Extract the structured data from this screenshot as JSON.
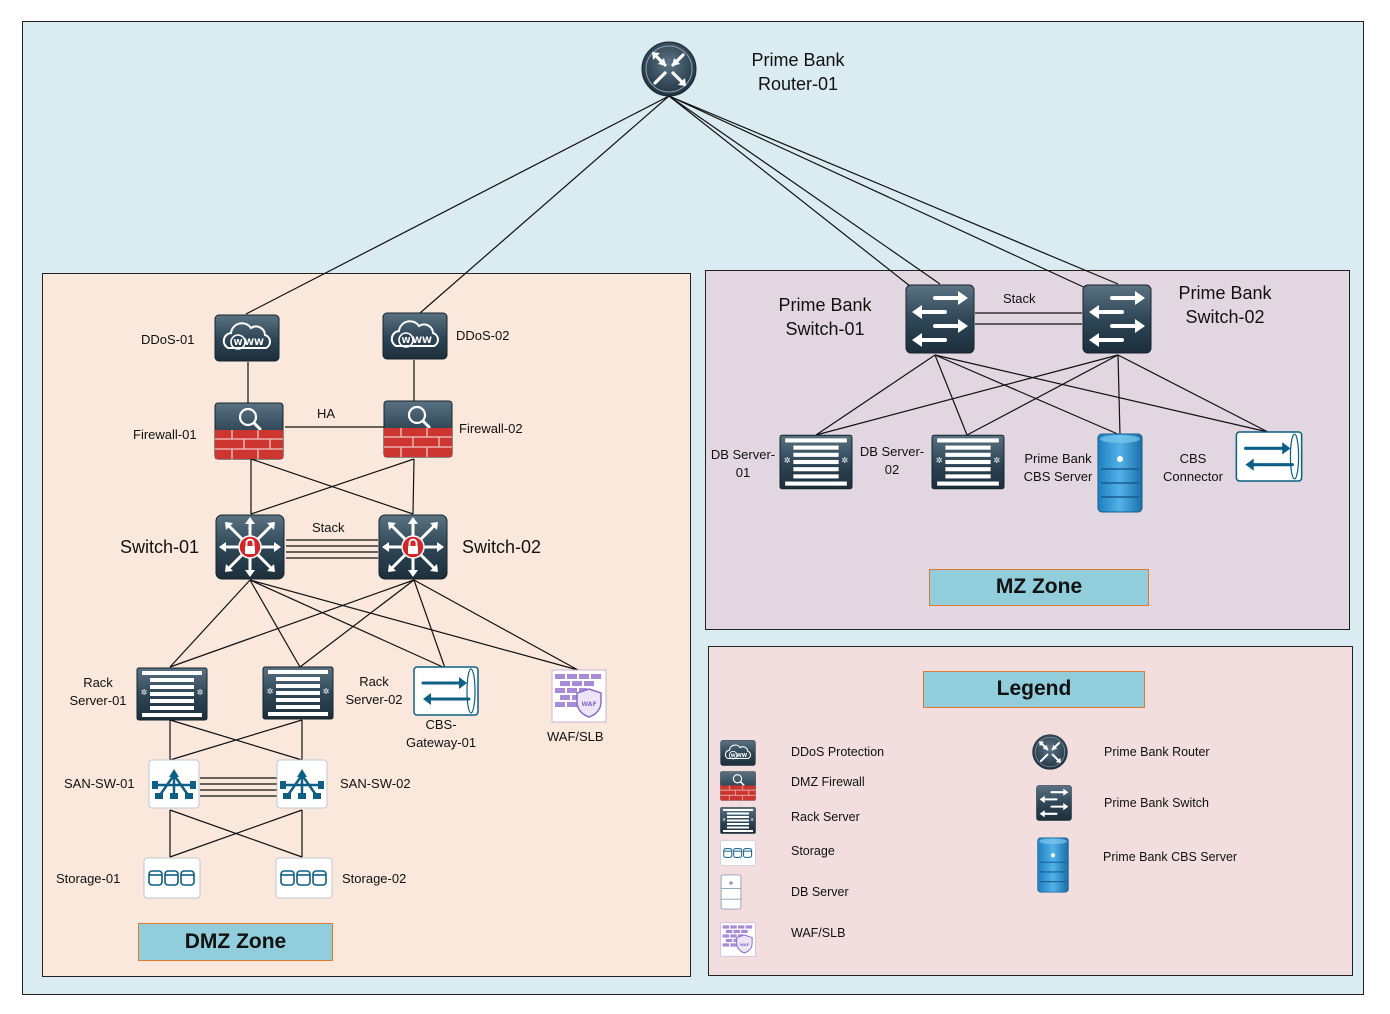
{
  "router": {
    "label": "Prime Bank\nRouter-01"
  },
  "dmz": {
    "zone_label": "DMZ Zone",
    "ddos1": "DDoS-01",
    "ddos2": "DDoS-02",
    "fw1": "Firewall-01",
    "fw2": "Firewall-02",
    "ha_label": "HA",
    "sw1": "Switch-01",
    "sw2": "Switch-02",
    "stack_label": "Stack",
    "rack1": "Rack\nServer-01",
    "rack2": "Rack\nServer-02",
    "cbs_gw": "CBS-\nGateway-01",
    "waf": "WAF/SLB",
    "san1": "SAN-SW-01",
    "san2": "SAN-SW-02",
    "storage1": "Storage-01",
    "storage2": "Storage-02"
  },
  "mz": {
    "zone_label": "MZ Zone",
    "sw1": "Prime Bank\nSwitch-01",
    "sw2": "Prime Bank\nSwitch-02",
    "stack_label": "Stack",
    "db1": "DB Server-\n01",
    "db2": "DB Server-\n02",
    "cbs_server": "Prime Bank\nCBS Server",
    "cbs_connector": "CBS\nConnector"
  },
  "legend": {
    "title": "Legend",
    "items": [
      {
        "icon": "ddos-icon",
        "label": "DDoS Protection"
      },
      {
        "icon": "firewall-icon",
        "label": "DMZ Firewall"
      },
      {
        "icon": "rack-server-icon",
        "label": "Rack Server"
      },
      {
        "icon": "storage-icon",
        "label": "Storage"
      },
      {
        "icon": "db-server-icon",
        "label": "DB Server"
      },
      {
        "icon": "waf-icon",
        "label": "WAF/SLB"
      },
      {
        "icon": "router-icon",
        "label": "Prime Bank Router"
      },
      {
        "icon": "switch-icon",
        "label": "Prime Bank Switch"
      },
      {
        "icon": "cbs-server-icon",
        "label": "Prime Bank CBS Server"
      }
    ]
  },
  "colors": {
    "background": "#daebf1",
    "dmz_zone": "#fbe8dc",
    "mz_zone": "#e2d7e1",
    "legend_zone": "#f2dede",
    "zone_label_fill": "#92cddc",
    "zone_label_border": "#e07a2f",
    "device_dark": "#2e4453",
    "firewall_red": "#c8342f",
    "server_blue": "#2a8fd0",
    "icon_teal": "#0d5f84"
  }
}
